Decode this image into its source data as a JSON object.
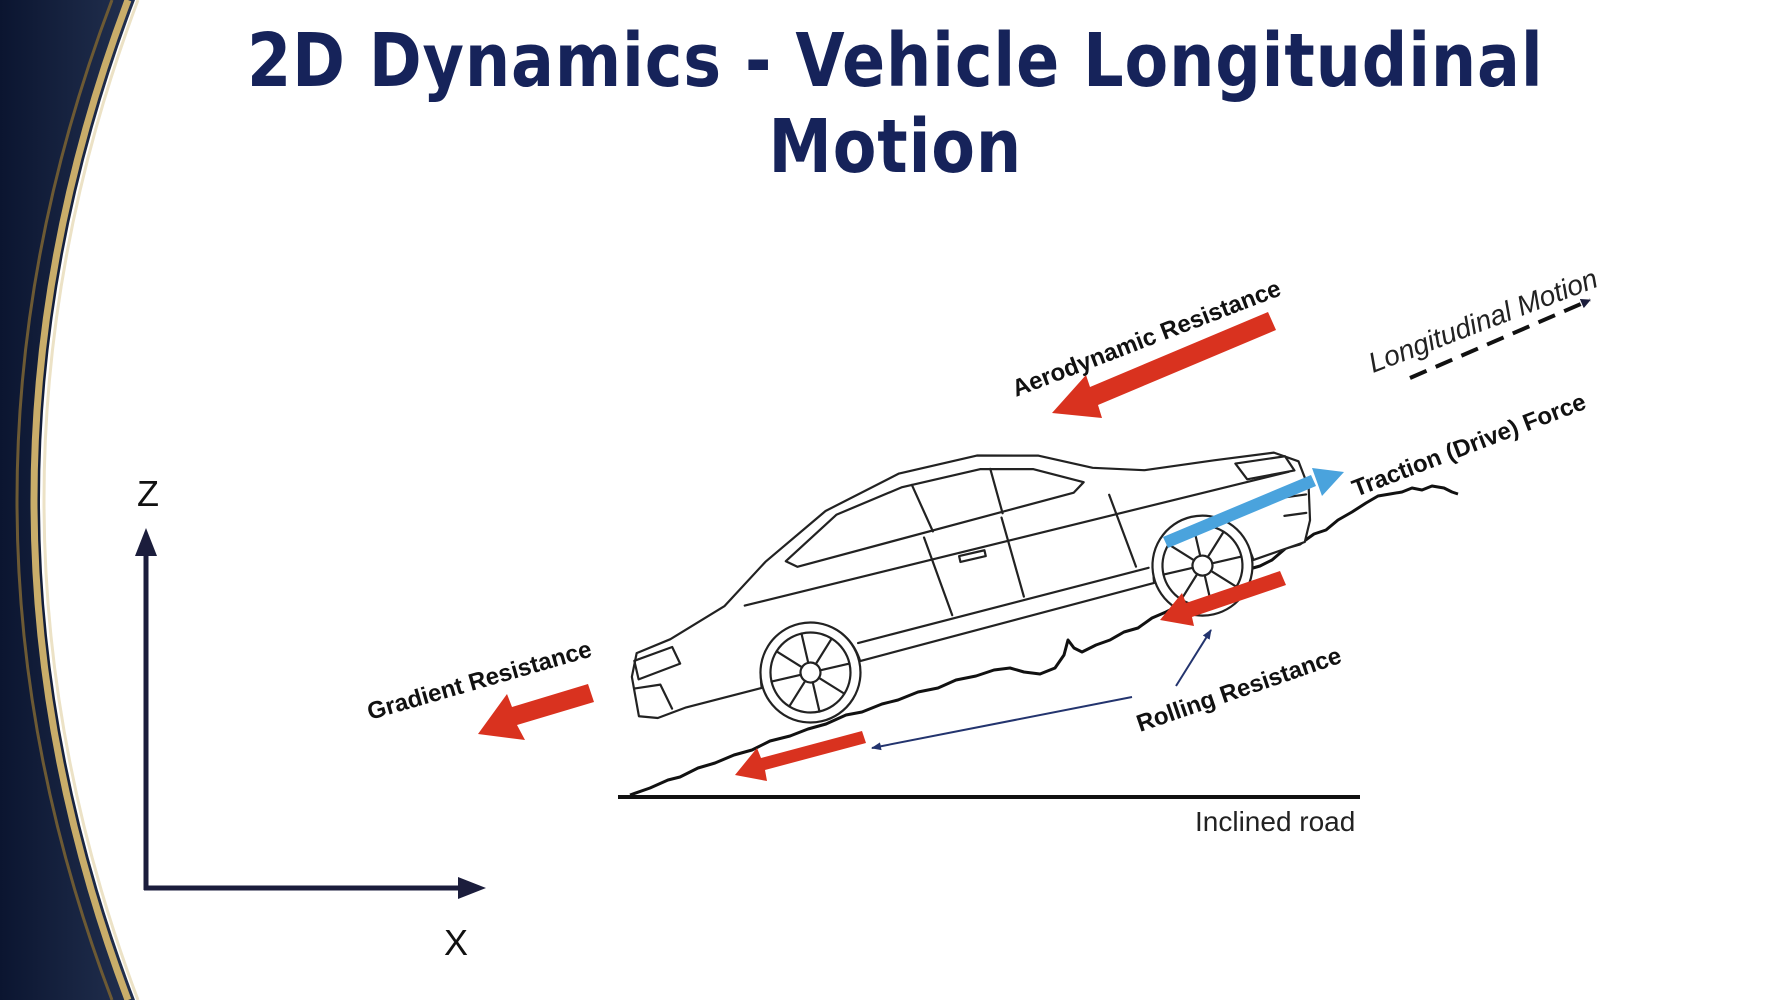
{
  "slide": {
    "title": "2D Dynamics - Vehicle Longitudinal Motion"
  },
  "axes": {
    "z_label": "Z",
    "x_label": "X"
  },
  "diagram": {
    "aerodynamic_label": "Aerodynamic Resistance",
    "longitudinal_label": "Longitudinal Motion",
    "traction_label": "Traction (Drive) Force",
    "gradient_label": "Gradient Resistance",
    "rolling_label": "Rolling Resistance",
    "road_label": "Inclined road"
  },
  "colors": {
    "title": "#16235a",
    "resistance_arrow": "#d9321f",
    "traction_arrow": "#4aa3dd",
    "axis": "#1b1d3c",
    "border_gold": "#b89a55",
    "border_dark": "#0f1830"
  }
}
